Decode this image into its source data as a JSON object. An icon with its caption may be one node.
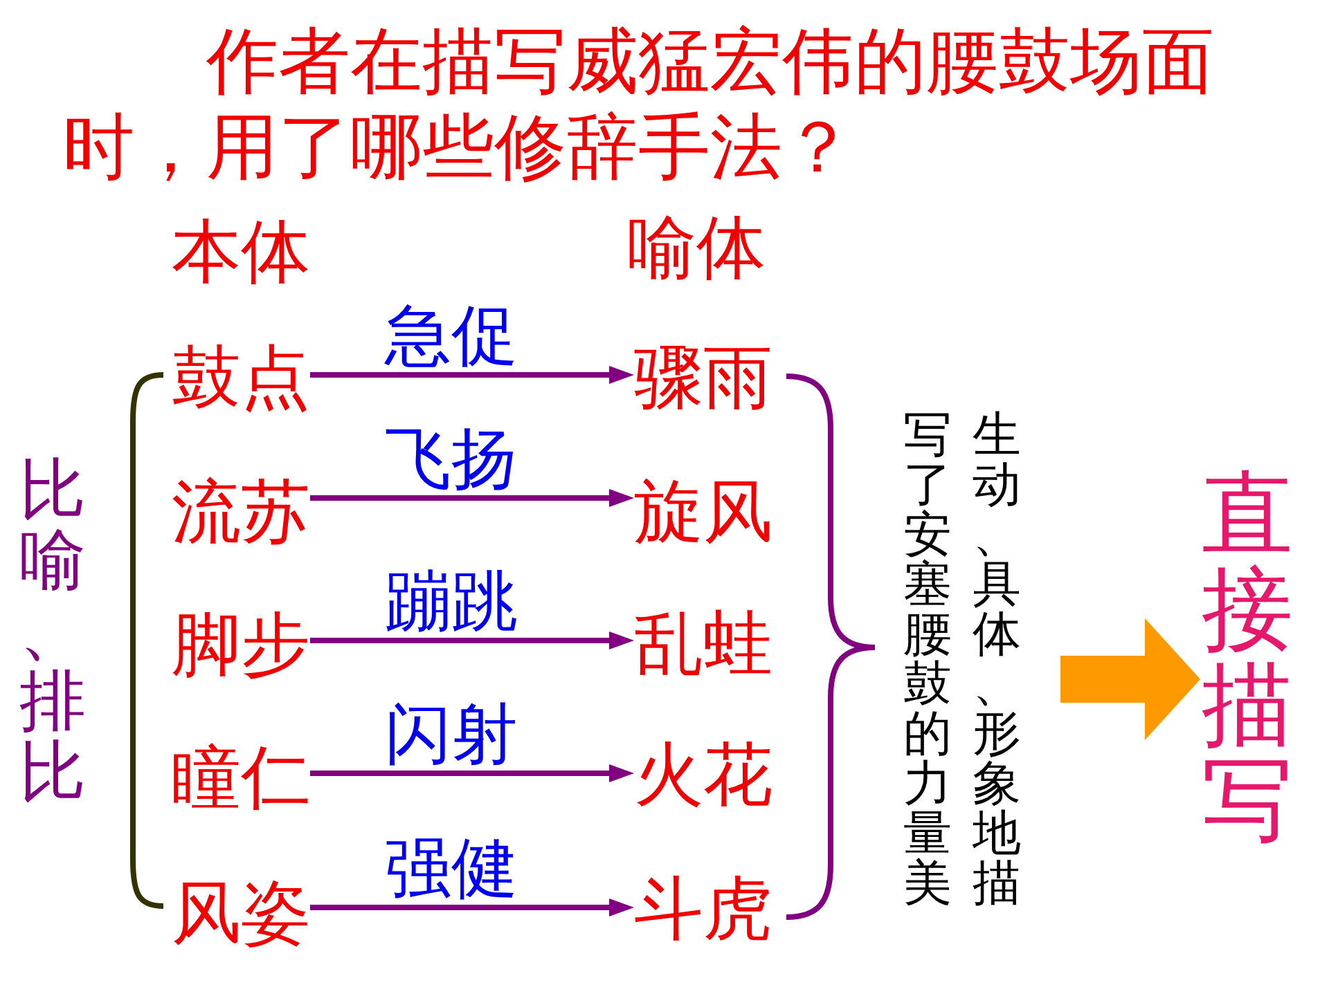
{
  "diagram": {
    "title": "作者在描写威猛宏伟的腰鼓场面时，用了哪些修辞手法？",
    "nodes": [
      {
        "text": [
          "鼓点"
        ]
      },
      {
        "text": [
          "骤雨"
        ]
      },
      {
        "text": [
          "流苏"
        ]
      },
      {
        "text": [
          "旋风"
        ]
      },
      {
        "text": [
          "脚步"
        ]
      },
      {
        "text": [
          "乱蛙"
        ]
      },
      {
        "text": [
          "瞳仁"
        ]
      },
      {
        "text": [
          "火花"
        ]
      },
      {
        "text": [
          "风姿"
        ]
      },
      {
        "text": [
          "斗虎"
        ]
      },
      {
        "text": [
          "生动、具体、形象地描写了安塞腰鼓的力量美"
        ]
      },
      {
        "text": [
          "直接描写"
        ]
      }
    ],
    "edges": [
      {
        "from": 0,
        "to": 1,
        "arrow": "to",
        "label": "急促"
      },
      {
        "from": 2,
        "to": 3,
        "arrow": "to",
        "label": "飞扬"
      },
      {
        "from": 4,
        "to": 5,
        "arrow": "to",
        "label": "蹦跳"
      },
      {
        "from": 6,
        "to": 7,
        "arrow": "to",
        "label": "闪射"
      },
      {
        "from": 8,
        "to": 9,
        "arrow": "to",
        "label": "强健"
      },
      {
        "from": 10,
        "to": 11,
        "arrow": "to",
        "style": "thick",
        "color": "#ff9900"
      }
    ],
    "labels": [
      "本体",
      "喻体",
      "比喻、排比"
    ]
  }
}
